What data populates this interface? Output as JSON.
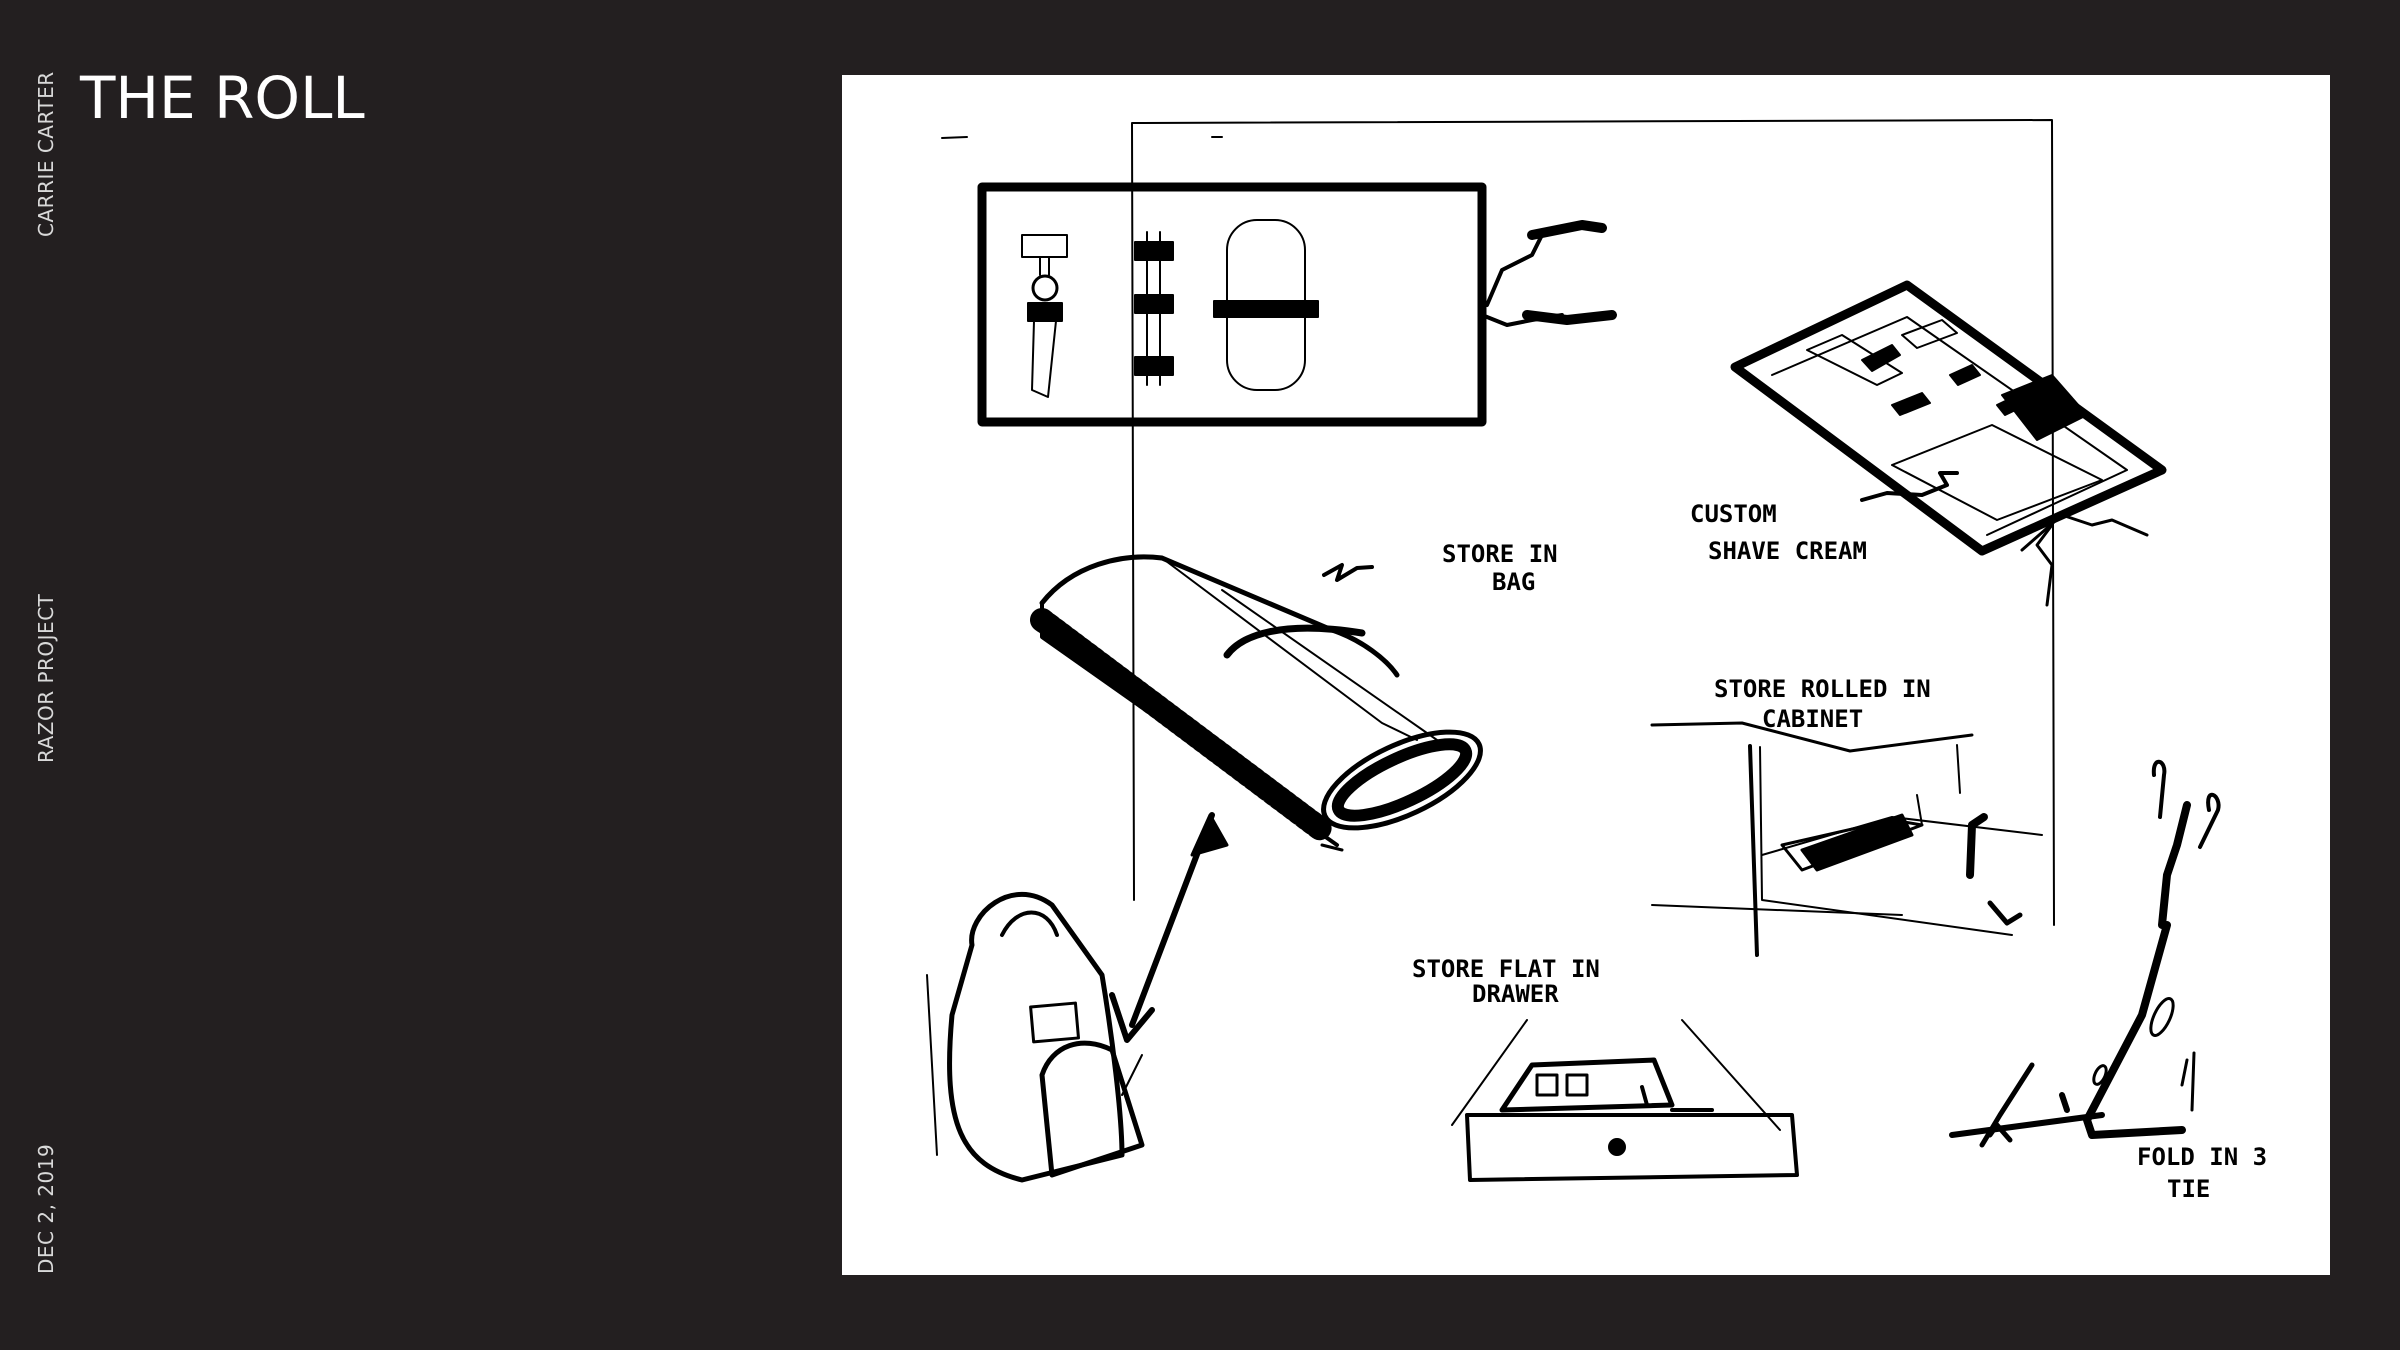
{
  "header": {
    "title": "THE ROLL"
  },
  "sidebar": {
    "author": "CARRIE CARTER",
    "project": "RAZOR PROJECT",
    "date": "DEC 2, 2019"
  },
  "sketch": {
    "labels": {
      "store_in": "STORE IN",
      "bag": "BAG",
      "custom": "CUSTOM",
      "shave_cream": "SHAVE CREAM",
      "store_rolled_in": "STORE ROLLED IN",
      "cabinet": "CABINET",
      "store_flat_in": "STORE FLAT IN",
      "drawer": "DRAWER",
      "fold_in_3": "FOLD IN 3",
      "tie": "TIE"
    }
  }
}
